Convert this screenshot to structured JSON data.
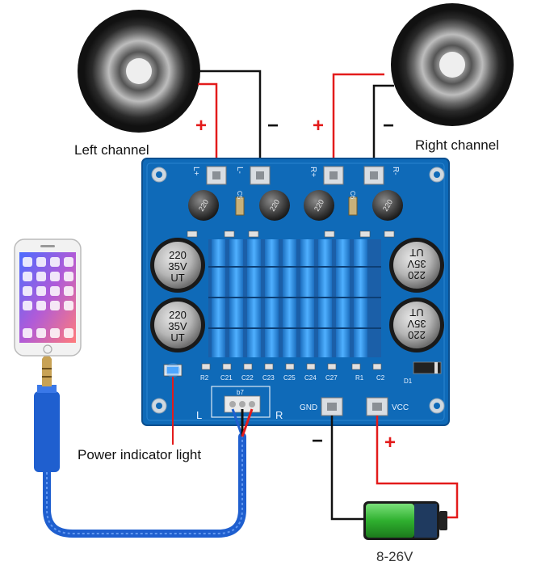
{
  "labels": {
    "left_channel": "Left channel",
    "right_channel": "Right channel",
    "power_indicator": "Power indicator light",
    "voltage": "8-26V"
  },
  "signs": {
    "plus": "+",
    "minus": "−"
  },
  "board": {
    "terminals": [
      "L+",
      "L-",
      "R+",
      "R-"
    ],
    "power_terminals": [
      "GND",
      "VCC"
    ],
    "inductor_text": "220",
    "capacitor_text": [
      "220",
      "35V",
      "UT"
    ],
    "connector_label": "b7",
    "side_labels": [
      "L",
      "R"
    ],
    "component_labels": [
      "R2",
      "C21",
      "C22",
      "C23",
      "C25",
      "C24",
      "C27",
      "R1",
      "C2",
      "D1",
      "C5",
      "C6"
    ]
  },
  "colors": {
    "board": "#0f6ab8",
    "board_dark": "#0a4f8f",
    "heatsink": "#2b8fe0",
    "positive_wire": "#e31b1b",
    "negative_wire": "#111111",
    "battery_green": "#3cc23c",
    "cable_blue": "#1f5fcf",
    "indicator": "#4ea6ff"
  }
}
